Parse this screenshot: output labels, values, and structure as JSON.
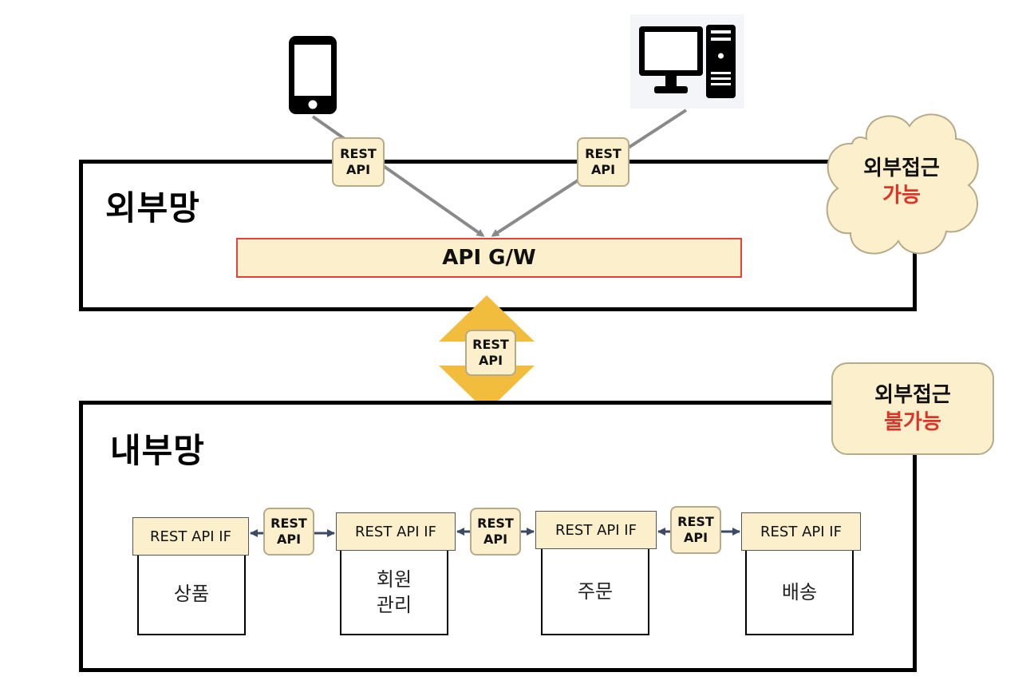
{
  "external_zone": {
    "title": "외부망"
  },
  "internal_zone": {
    "title": "내부망"
  },
  "gateway": {
    "label": "API G/W"
  },
  "rest_tag": {
    "line1": "REST",
    "line2": "API"
  },
  "external_note": {
    "line1": "외부접근",
    "line2": "가능"
  },
  "internal_note": {
    "line1": "외부접근",
    "line2": "불가능"
  },
  "interface_label": "REST API IF",
  "services": [
    {
      "name": "상품"
    },
    {
      "name": "회원\n관리"
    },
    {
      "name": "주문"
    },
    {
      "name": "배송"
    }
  ],
  "colors": {
    "tag_fill": "#fcefcc",
    "gateway_border": "#e8413b",
    "accent_red": "#e03326",
    "double_arrow": "#f2bd3c",
    "connector": "#8a8a8a",
    "service_arrow": "#3c4a63"
  },
  "icons": [
    "smartphone-icon",
    "desktop-computer-icon",
    "cloud-shape",
    "double-arrow"
  ]
}
